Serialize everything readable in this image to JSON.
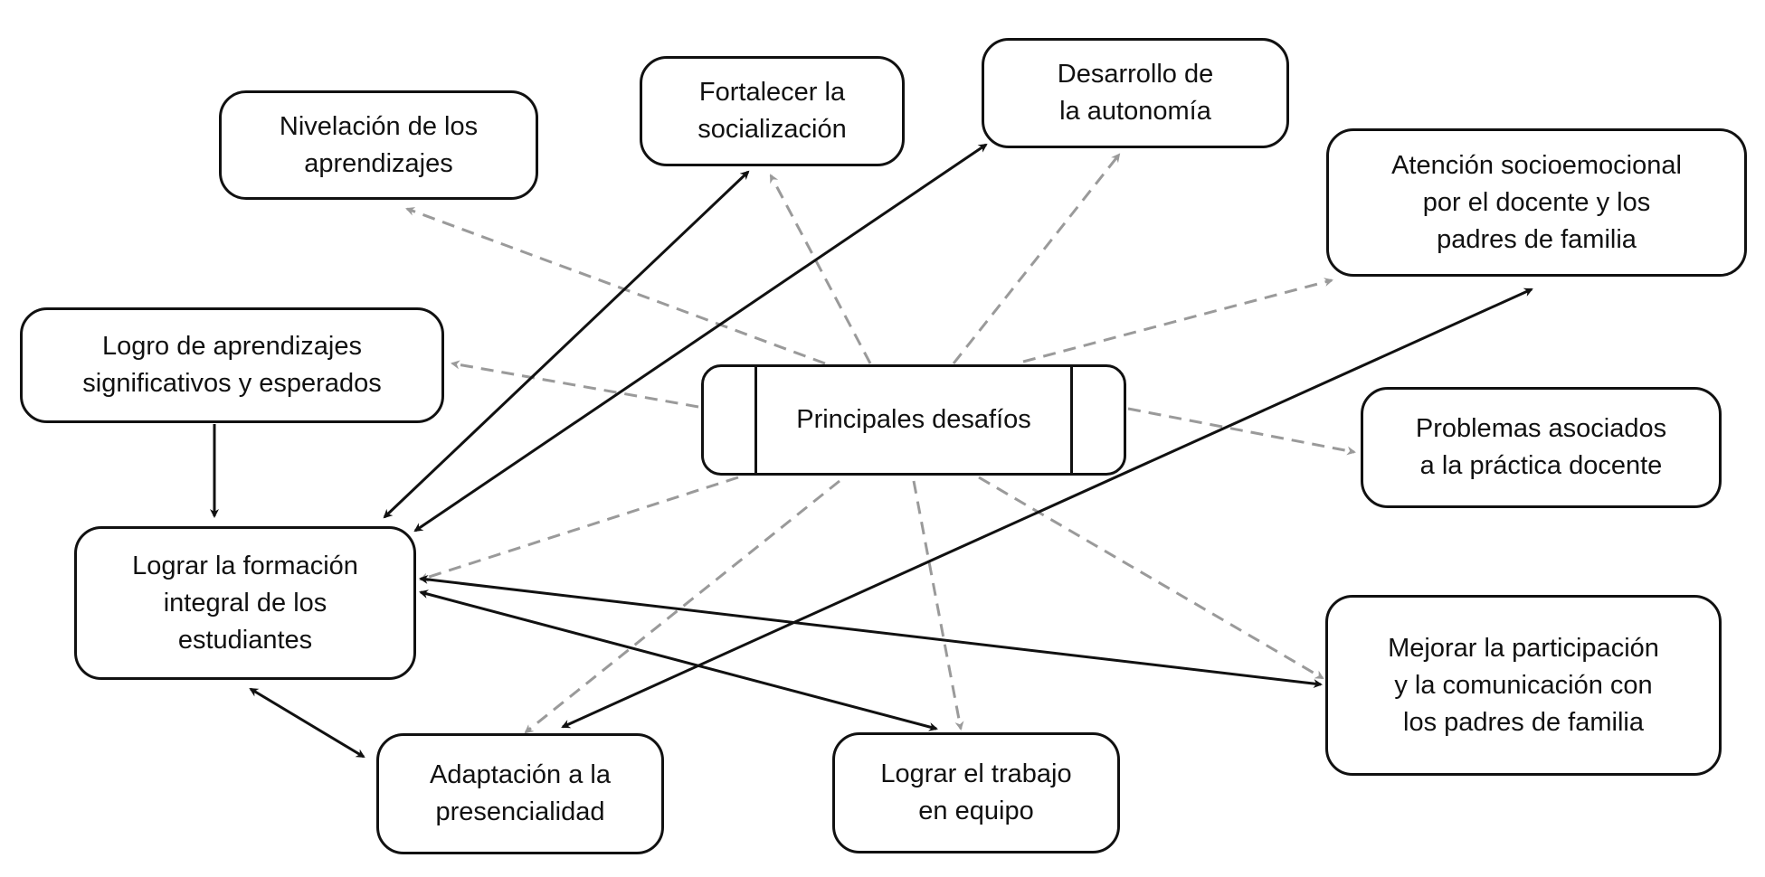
{
  "diagram": {
    "center": {
      "id": "principales",
      "lines": [
        "Principales desafíos"
      ]
    },
    "nodes": [
      {
        "id": "nivelacion",
        "lines": [
          "Nivelación de los",
          "aprendizajes"
        ]
      },
      {
        "id": "fortalecer",
        "lines": [
          "Fortalecer la",
          "socialización"
        ]
      },
      {
        "id": "desarrollo",
        "lines": [
          "Desarrollo de",
          "la autonomía"
        ]
      },
      {
        "id": "atencion",
        "lines": [
          "Atención socioemocional",
          "por el docente y los",
          "padres de familia"
        ]
      },
      {
        "id": "logro",
        "lines": [
          "Logro de aprendizajes",
          "significativos y esperados"
        ]
      },
      {
        "id": "problemas",
        "lines": [
          "Problemas asociados",
          "a la práctica docente"
        ]
      },
      {
        "id": "formacion",
        "lines": [
          "Lograr la formación",
          "integral de los",
          "estudiantes"
        ]
      },
      {
        "id": "mejorar",
        "lines": [
          "Mejorar la participación",
          "y la comunicación con",
          "los padres de familia"
        ]
      },
      {
        "id": "adaptacion",
        "lines": [
          "Adaptación a la",
          "presencialidad"
        ]
      },
      {
        "id": "trabajo",
        "lines": [
          "Lograr el trabajo",
          "en equipo"
        ]
      }
    ],
    "edges": [
      {
        "from": "principales",
        "to": "nivelacion",
        "style": "dashed",
        "direction": "forward"
      },
      {
        "from": "principales",
        "to": "fortalecer",
        "style": "dashed",
        "direction": "forward"
      },
      {
        "from": "principales",
        "to": "desarrollo",
        "style": "dashed",
        "direction": "forward"
      },
      {
        "from": "principales",
        "to": "atencion",
        "style": "dashed",
        "direction": "forward"
      },
      {
        "from": "principales",
        "to": "logro",
        "style": "dashed",
        "direction": "forward"
      },
      {
        "from": "principales",
        "to": "problemas",
        "style": "dashed",
        "direction": "forward"
      },
      {
        "from": "principales",
        "to": "formacion",
        "style": "dashed",
        "direction": "forward"
      },
      {
        "from": "principales",
        "to": "adaptacion",
        "style": "dashed",
        "direction": "forward"
      },
      {
        "from": "principales",
        "to": "trabajo",
        "style": "dashed",
        "direction": "forward"
      },
      {
        "from": "principales",
        "to": "mejorar",
        "style": "dashed",
        "direction": "forward"
      },
      {
        "from": "formacion",
        "to": "fortalecer",
        "style": "solid",
        "direction": "both"
      },
      {
        "from": "formacion",
        "to": "desarrollo",
        "style": "solid",
        "direction": "both"
      },
      {
        "from": "logro",
        "to": "formacion",
        "style": "solid",
        "direction": "forward"
      },
      {
        "from": "formacion",
        "to": "mejorar",
        "style": "solid",
        "direction": "both"
      },
      {
        "from": "formacion",
        "to": "trabajo",
        "style": "solid",
        "direction": "both"
      },
      {
        "from": "formacion",
        "to": "adaptacion",
        "style": "solid",
        "direction": "both"
      },
      {
        "from": "adaptacion",
        "to": "atencion",
        "style": "solid",
        "direction": "both"
      }
    ],
    "colors": {
      "solid": "#111111",
      "dashed": "#9a9a9a",
      "border": "#111111"
    }
  }
}
